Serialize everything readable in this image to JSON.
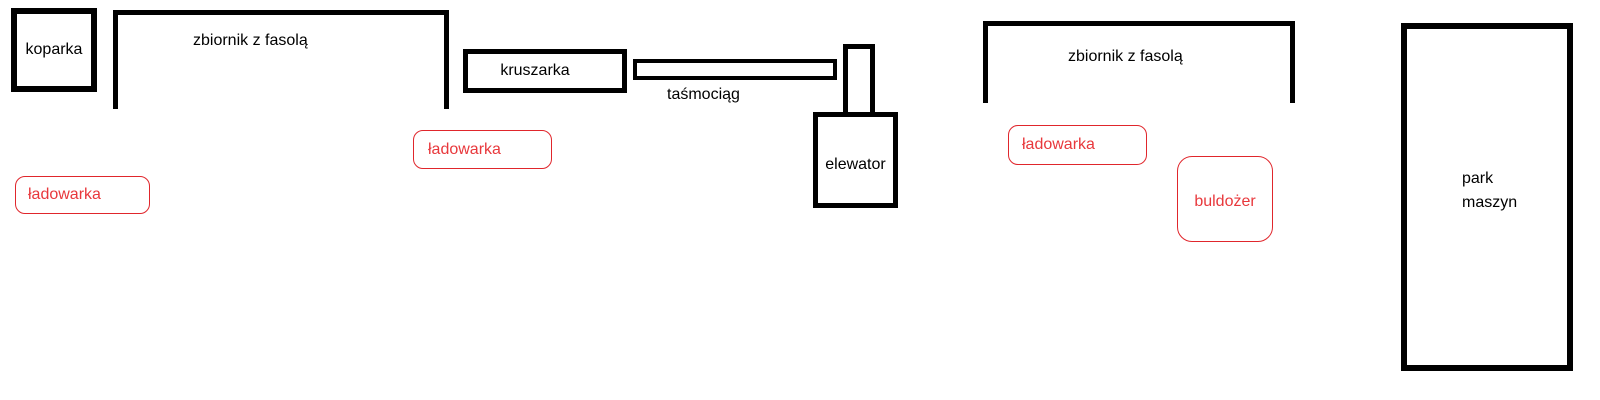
{
  "diagram": {
    "title_implicit": "plant layout sketch",
    "colors": {
      "background": "#ffffff",
      "ink": "#000000",
      "machine_red": "#e0262c"
    },
    "machines": {
      "koparka": {
        "label": "koparka"
      },
      "bean_tank_1": {
        "label": "zbiornik z fasolą"
      },
      "kruszarka": {
        "label": "kruszarka"
      },
      "tasmociag": {
        "label": "taśmociąg"
      },
      "elewator": {
        "label": "elewator"
      },
      "bean_tank_2": {
        "label": "zbiornik z fasolą"
      },
      "ladowarka_1": {
        "label": "ładowarka"
      },
      "ladowarka_2": {
        "label": "ładowarka"
      },
      "ladowarka_3": {
        "label": "ładowarka"
      },
      "buldozer": {
        "label": "buldożer"
      },
      "park_maszyn": {
        "label_line1": "park",
        "label_line2": "maszyn"
      }
    }
  }
}
